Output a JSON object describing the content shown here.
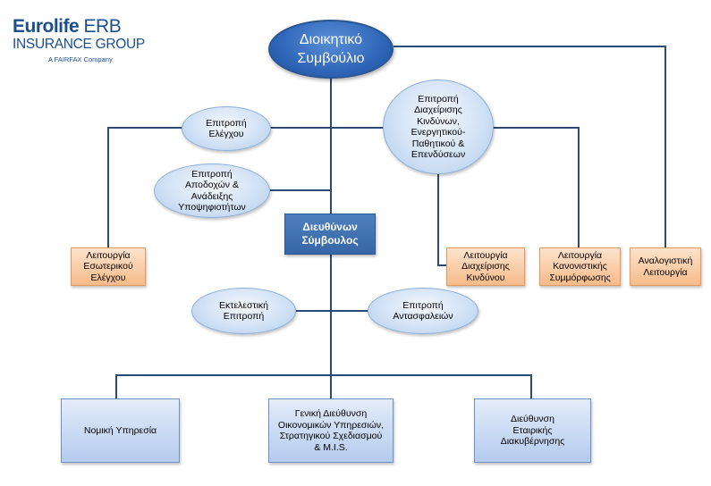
{
  "logo": {
    "brand": "Eurolife",
    "brand_suffix": "ERB",
    "group": "INSURANCE GROUP",
    "tagline": "A FAIRFAX Company"
  },
  "colors": {
    "line": "#2b4a75",
    "board_fill": "#2f66b8",
    "ceo_fill": "#3f70b0",
    "committee_fill": "#cfe0f5",
    "function_fill": "#f9c79c",
    "department_fill": "#c6d8f2"
  },
  "nodes": {
    "board": "Διοικητικό\nΣυμβούλιο",
    "audit_committee": "Επιτροπή\nΕλέγχου",
    "risk_committee": "Επιτροπή\nΔιαχείρισης\nΚινδύνων,\nΕνεργητικού-\nΠαθητικού &\nΕπενδύσεων",
    "remuneration_committee": "Επιτροπή\nΑποδοχών &\nΑνάδειξης\nΥποψηφιοτήτων",
    "ceo": "Διευθύνων\nΣύμβουλος",
    "internal_audit": "Λειτουργία\nΕσωτερικού\nΕλέγχου",
    "risk_management": "Λειτουργία\nΔιαχείρισης\nΚινδύνου",
    "compliance": "Λειτουργία\nΚανονιστικής\nΣυμμόρφωσης",
    "actuarial": "Αναλογιστική\nΛειτουργία",
    "executive_committee": "Εκτελεστική\nΕπιτροπή",
    "reinsurance_committee": "Επιτροπή\nΑντασφαλειών",
    "legal": "Νομική Υπηρεσία",
    "finance": "Γενική Διεύθυνση\nΟικονομικών Υπηρεσιών,\nΣτρατηγικού Σχεδιασμού\n& M.I.S.",
    "governance": "Διεύθυνση\nΕταιρικής\nΔιακυβέρνησης"
  }
}
